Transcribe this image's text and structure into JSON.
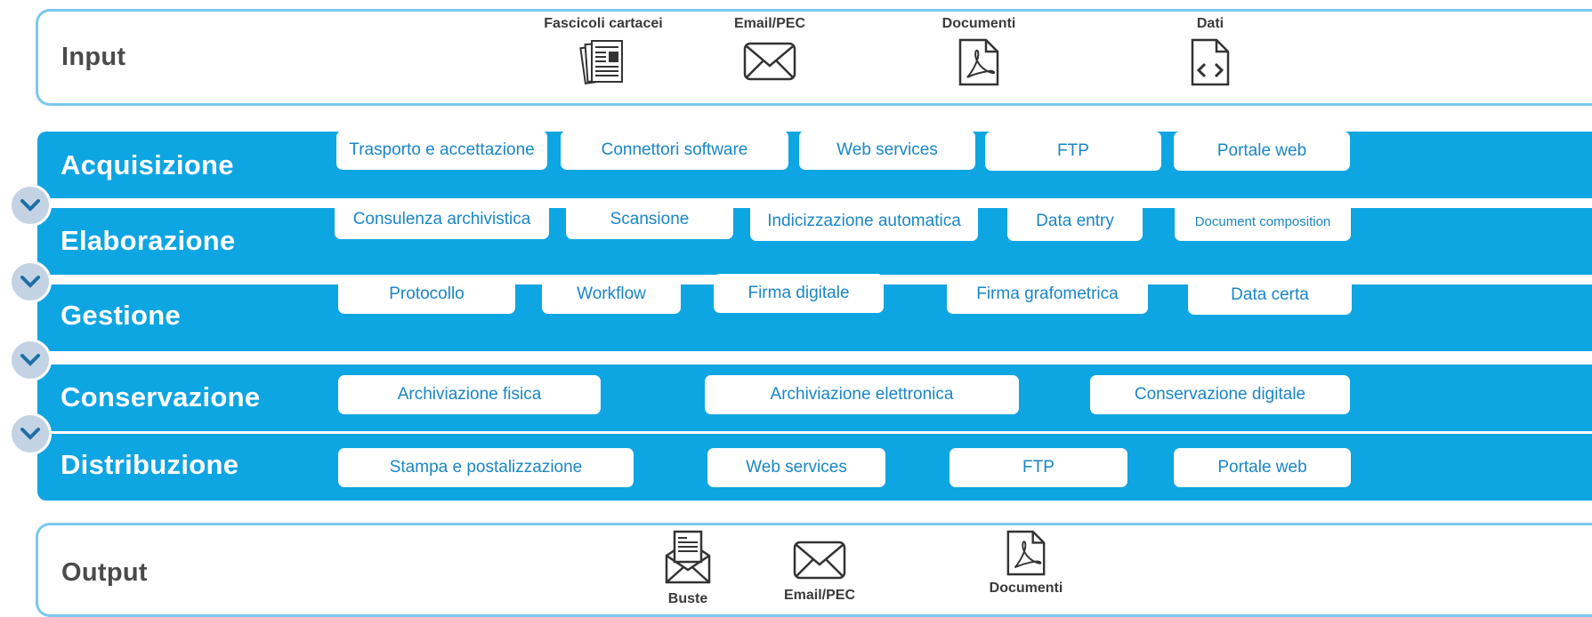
{
  "input": {
    "title": "Input",
    "items": [
      {
        "label": "Fascicoli cartacei",
        "icon": "paper-folders-icon"
      },
      {
        "label": "Email/PEC",
        "icon": "envelope-icon"
      },
      {
        "label": "Documenti",
        "icon": "pdf-document-icon"
      },
      {
        "label": "Dati",
        "icon": "code-file-icon"
      }
    ]
  },
  "stages": [
    {
      "title": "Acquisizione",
      "items": [
        "Trasporto e accettazione",
        "Connettori software",
        "Web services",
        "FTP",
        "Portale web"
      ]
    },
    {
      "title": "Elaborazione",
      "items": [
        "Consulenza archivistica",
        "Scansione",
        "Indicizzazione automatica",
        "Data entry",
        "Document composition"
      ]
    },
    {
      "title": "Gestione",
      "items": [
        "Protocollo",
        "Workflow",
        "Firma digitale",
        "Firma grafometrica",
        "Data certa"
      ]
    },
    {
      "title": "Conservazione",
      "items": [
        "Archiviazione fisica",
        "Archiviazione elettronica",
        "Conservazione digitale"
      ]
    },
    {
      "title": "Distribuzione",
      "items": [
        "Stampa e postalizzazione",
        "Web services",
        "FTP",
        "Portale web"
      ]
    }
  ],
  "output": {
    "title": "Output",
    "items": [
      {
        "label": "Buste",
        "icon": "open-envelope-letter-icon"
      },
      {
        "label": "Email/PEC",
        "icon": "envelope-icon"
      },
      {
        "label": "Documenti",
        "icon": "pdf-document-icon"
      }
    ]
  },
  "colors": {
    "band": "#0ea5e3",
    "border": "#79c8ee",
    "pill_text": "#1a86c7",
    "chevron": "#c4d3e3"
  }
}
